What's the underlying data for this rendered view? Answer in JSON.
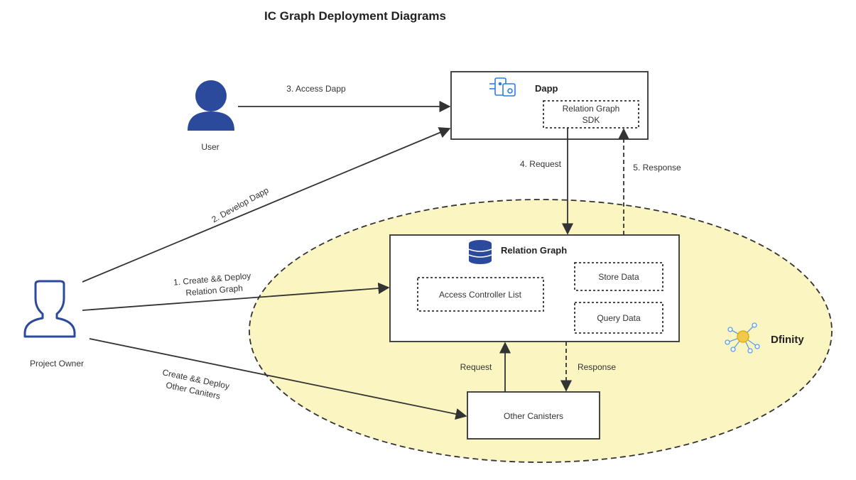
{
  "diagram": {
    "title": "IC Graph Deployment Diagrams",
    "actors": {
      "user": "User",
      "owner": "Project Owner"
    },
    "nodes": {
      "dapp": "Dapp",
      "sdk_line1": "Relation Graph",
      "sdk_line2": "SDK",
      "relation_graph": "Relation Graph",
      "acl": "Access Controller List",
      "store": "Store Data",
      "query": "Query Data",
      "other_canisters": "Other Canisters",
      "dfinity": "Dfinity"
    },
    "edges": {
      "access_dapp": "3. Access Dapp",
      "develop_dapp": "2. Develop Dapp",
      "create_line1": "1. Create && Deploy",
      "create_line2": "Relation Graph",
      "request4": "4. Request",
      "response5": "5. Response",
      "other_line1": "Create && Deploy",
      "other_line2": "Other Caniters",
      "request": "Request",
      "response": "Response"
    },
    "colors": {
      "ellipse_fill": "#fbf5c2",
      "user_icon": "#2b4a9b",
      "owner_icon": "#2b4a9b",
      "accent_icon": "#2c7be5"
    }
  }
}
